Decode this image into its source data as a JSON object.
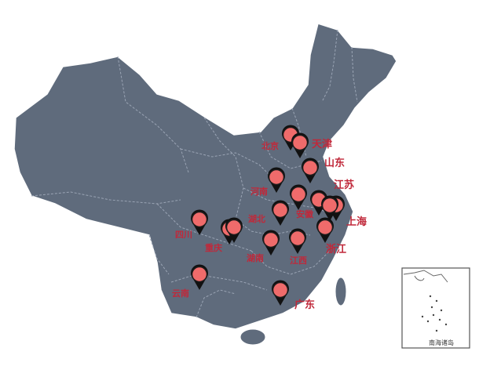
{
  "map": {
    "colors": {
      "land": "#5f6b7c",
      "border": "#9aa4b4",
      "marker": "#ef6b6b",
      "marker_stroke": "#1c1c1c",
      "label": "#c0283a",
      "inset_border": "#555555"
    },
    "markers": [
      {
        "id": "beijing",
        "label": "北京"
      },
      {
        "id": "tianjin",
        "label": "天津"
      },
      {
        "id": "shandong",
        "label": "山东"
      },
      {
        "id": "jiangsu",
        "label": "江苏"
      },
      {
        "id": "shanghai",
        "label": "上海"
      },
      {
        "id": "zhejiang",
        "label": "浙江"
      },
      {
        "id": "henan",
        "label": "河南"
      },
      {
        "id": "anhui",
        "label": "安徽"
      },
      {
        "id": "hubei",
        "label": "湖北"
      },
      {
        "id": "hunan",
        "label": "湖南"
      },
      {
        "id": "jiangxi",
        "label": "江西"
      },
      {
        "id": "sichuan",
        "label": "四川"
      },
      {
        "id": "chongqing",
        "label": "重庆"
      },
      {
        "id": "yunnan",
        "label": "云南"
      },
      {
        "id": "guangdong",
        "label": "广东"
      },
      {
        "id": "shaanxi",
        "label": ""
      },
      {
        "id": "fujian",
        "label": ""
      }
    ],
    "inset": {
      "label": "南海诸岛"
    }
  }
}
